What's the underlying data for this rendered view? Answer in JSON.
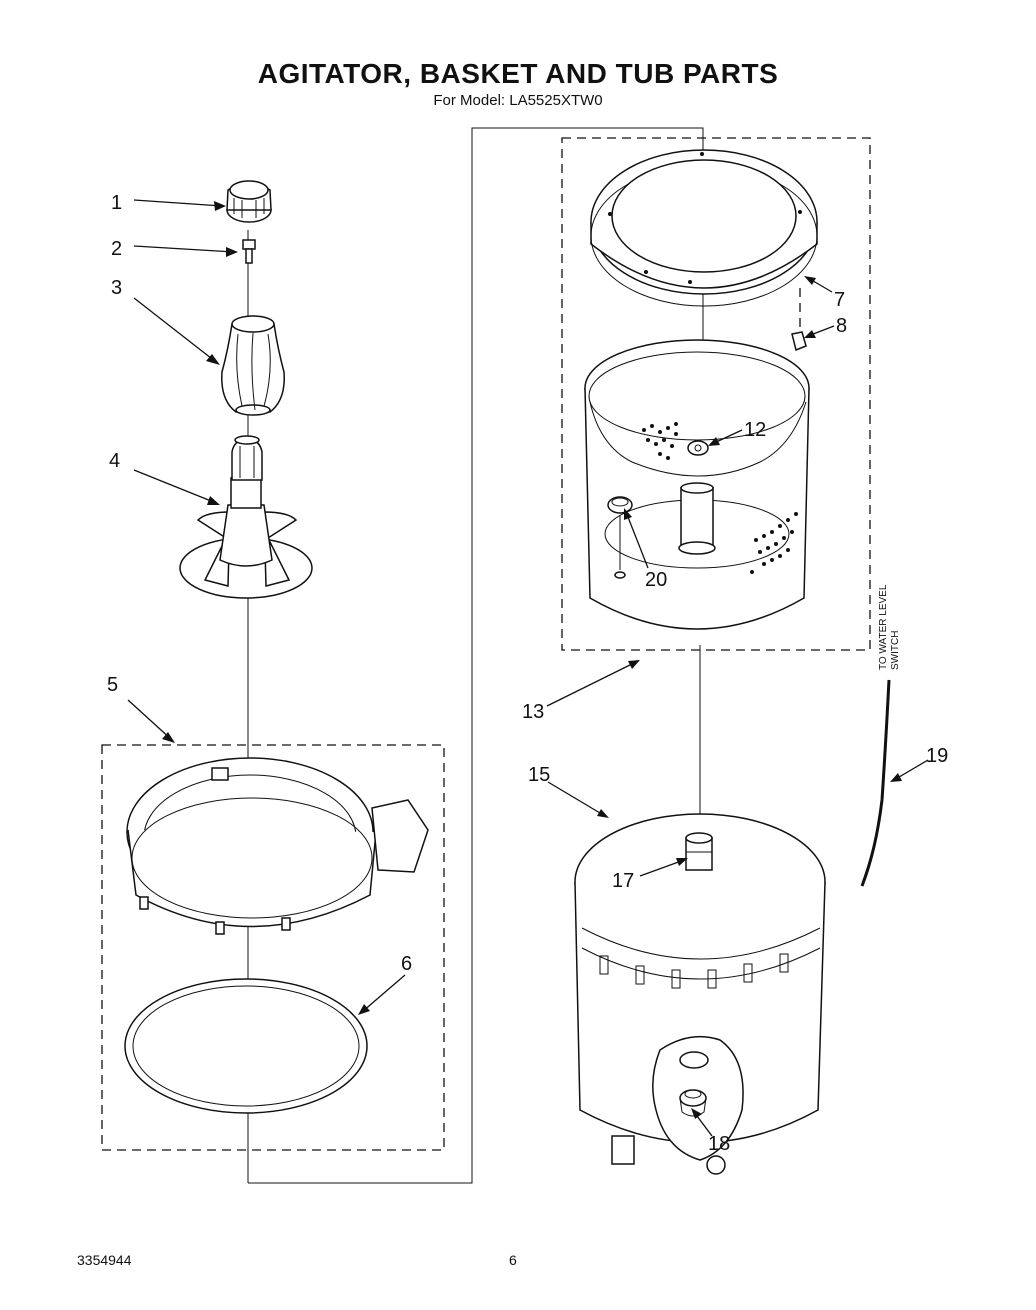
{
  "header": {
    "title": "AGITATOR, BASKET AND TUB PARTS",
    "model": "For Model: LA5525XTW0"
  },
  "footer": {
    "doc_number": "3354944",
    "page": "6"
  },
  "callouts": {
    "c1": "1",
    "c2": "2",
    "c3": "3",
    "c4": "4",
    "c5": "5",
    "c6": "6",
    "c7": "7",
    "c8": "8",
    "c12": "12",
    "c13": "13",
    "c15": "15",
    "c17": "17",
    "c18": "18",
    "c19": "19",
    "c20": "20"
  },
  "notes": {
    "water_level_line1": "TO WATER LEVEL",
    "water_level_line2": "SWITCH"
  }
}
